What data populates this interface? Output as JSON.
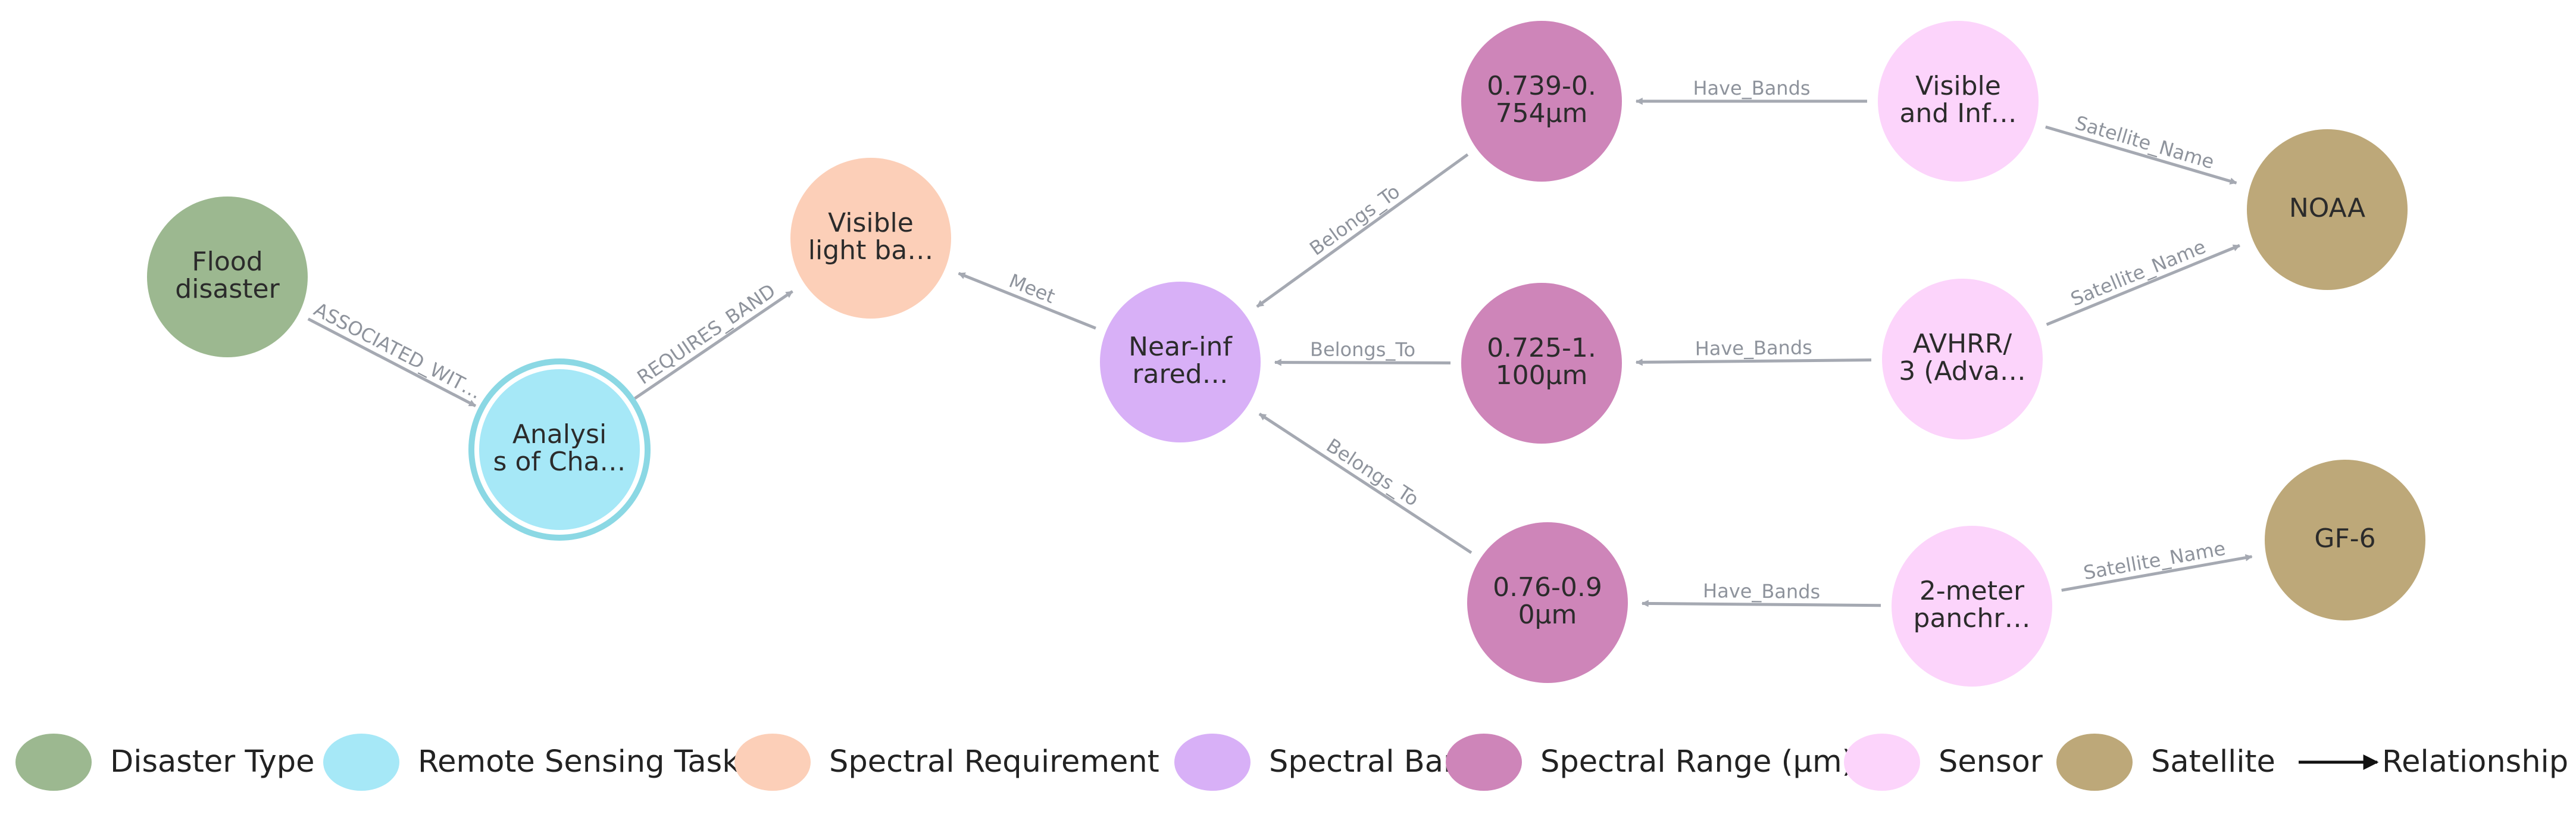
{
  "colors": {
    "disaster_type": "#9cb890",
    "remote_sensing_task": "#a6e8f7",
    "remote_sensing_task_ring": "#8bd8e4",
    "spectral_requirement": "#fccfb8",
    "spectral_band": "#d8b0f7",
    "spectral_range": "#ce85b9",
    "sensor": "#fcd4fb",
    "satellite": "#bda879",
    "edge": "#a5a9b2"
  },
  "nodes": [
    {
      "id": "flood",
      "type": "disaster_type",
      "lines": [
        "Flood",
        "disaster"
      ]
    },
    {
      "id": "analysis",
      "type": "remote_sensing_task",
      "lines": [
        "Analysi",
        "s of Cha…"
      ],
      "selected": true
    },
    {
      "id": "visible_light",
      "type": "spectral_requirement",
      "lines": [
        "Visible",
        "light ba…"
      ]
    },
    {
      "id": "nir",
      "type": "spectral_band",
      "lines": [
        "Near-inf",
        "rared…"
      ]
    },
    {
      "id": "r1",
      "type": "spectral_range",
      "lines": [
        "0.739-0.",
        "754μm"
      ]
    },
    {
      "id": "r2",
      "type": "spectral_range",
      "lines": [
        "0.725-1.",
        "100μm"
      ]
    },
    {
      "id": "r3",
      "type": "spectral_range",
      "lines": [
        "0.76-0.9",
        "0μm"
      ]
    },
    {
      "id": "s1",
      "type": "sensor",
      "lines": [
        "Visible",
        "and Inf…"
      ]
    },
    {
      "id": "s2",
      "type": "sensor",
      "lines": [
        "AVHRR/",
        "3 (Adva…"
      ]
    },
    {
      "id": "s3",
      "type": "sensor",
      "lines": [
        "2-meter",
        "panchr…"
      ]
    },
    {
      "id": "noaa",
      "type": "satellite",
      "lines": [
        "NOAA"
      ]
    },
    {
      "id": "gf6",
      "type": "satellite",
      "lines": [
        "GF-6"
      ]
    }
  ],
  "edges": [
    {
      "from": "flood",
      "to": "analysis",
      "label": "ASSOCIATED_WIT…"
    },
    {
      "from": "analysis",
      "to": "visible_light",
      "label": "REQUIRES_BAND"
    },
    {
      "from": "nir",
      "to": "visible_light",
      "label": "Meet"
    },
    {
      "from": "r1",
      "to": "nir",
      "label": "Belongs_To"
    },
    {
      "from": "r2",
      "to": "nir",
      "label": "Belongs_To"
    },
    {
      "from": "r3",
      "to": "nir",
      "label": "Belongs_To"
    },
    {
      "from": "s1",
      "to": "r1",
      "label": "Have_Bands"
    },
    {
      "from": "s2",
      "to": "r2",
      "label": "Have_Bands"
    },
    {
      "from": "s3",
      "to": "r3",
      "label": "Have_Bands"
    },
    {
      "from": "s1",
      "to": "noaa",
      "label": "Satellite_Name"
    },
    {
      "from": "s2",
      "to": "noaa",
      "label": "Satellite_Name"
    },
    {
      "from": "s3",
      "to": "gf6",
      "label": "Satellite_Name"
    }
  ],
  "legend": [
    {
      "type": "disaster_type",
      "label": "Disaster Type"
    },
    {
      "type": "remote_sensing_task",
      "label": "Remote Sensing Task"
    },
    {
      "type": "spectral_requirement",
      "label": "Spectral Requirement"
    },
    {
      "type": "spectral_band",
      "label": "Spectral Band"
    },
    {
      "type": "spectral_range",
      "label": "Spectral Range (μm)"
    },
    {
      "type": "sensor",
      "label": "Sensor"
    },
    {
      "type": "satellite",
      "label": "Satellite"
    },
    {
      "type": "relationship",
      "label": "Relationship"
    }
  ]
}
